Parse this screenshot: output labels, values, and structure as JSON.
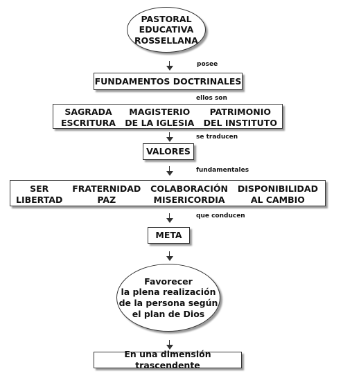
{
  "nodes": {
    "pastoral": [
      "PASTORAL",
      "EDUCATIVA",
      "ROSSELLANA"
    ],
    "fundamentos": "FUNDAMENTOS DOCTRINALES",
    "fuentes": {
      "col1": [
        "SAGRADA",
        "ESCRITURA"
      ],
      "col2": [
        "MAGISTERIO",
        "DE LA IGLESIA"
      ],
      "col3": [
        "PATRIMONIO",
        "DEL INSTITUTO"
      ]
    },
    "valores": "VALORES",
    "valores_lista": {
      "col1": [
        "SER",
        "LIBERTAD"
      ],
      "col2": [
        "FRATERNIDAD",
        "PAZ"
      ],
      "col3": [
        "COLABORACIÓN",
        "MISERICORDIA"
      ],
      "col4": [
        "DISPONIBILIDAD",
        "AL CAMBIO"
      ]
    },
    "meta": "META",
    "favorecer": [
      "Favorecer",
      "la plena realización",
      "de la persona según",
      "el plan de Dios"
    ],
    "dimension": "En una dimensión trascendente"
  },
  "connectors": {
    "c1": "posee",
    "c2": "ellos son",
    "c3": "se traducen",
    "c4": "fundamentales",
    "c5": "que conducen"
  }
}
